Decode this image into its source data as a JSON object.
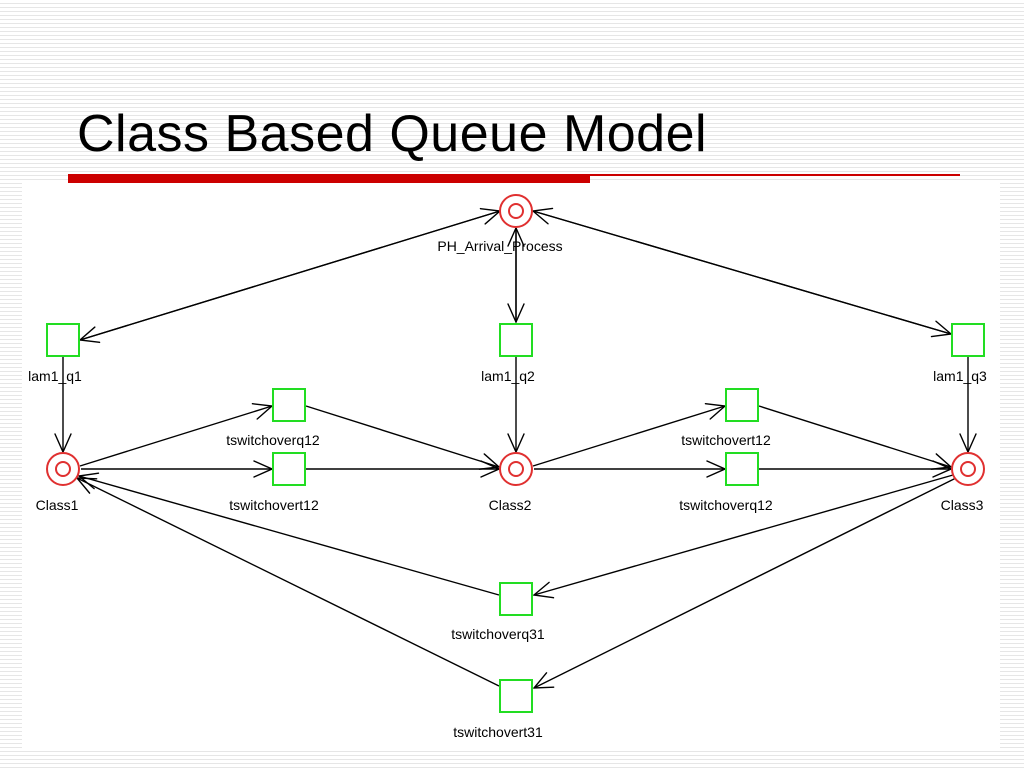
{
  "slide": {
    "title": "Class Based Queue Model"
  },
  "colors": {
    "accent_rule": "#cc0000",
    "transition_stroke": "#22dd22",
    "place_stroke": "#e03030"
  },
  "diagram": {
    "places": [
      {
        "id": "arrival",
        "label": "PH_Arrival_Process"
      },
      {
        "id": "class1",
        "label": "Class1"
      },
      {
        "id": "class2",
        "label": "Class2"
      },
      {
        "id": "class3",
        "label": "Class3"
      }
    ],
    "transitions": [
      {
        "id": "lam1",
        "label": "lam1_q1"
      },
      {
        "id": "lam2",
        "label": "lam1_q2"
      },
      {
        "id": "lam3",
        "label": "lam1_q3"
      },
      {
        "id": "t1",
        "label": "tswitchoverq12"
      },
      {
        "id": "t2",
        "label": "tswitchovert12"
      },
      {
        "id": "t3",
        "label": "tswitchovert12"
      },
      {
        "id": "t4",
        "label": "tswitchoverq12"
      },
      {
        "id": "t5",
        "label": "tswitchoverq31"
      },
      {
        "id": "t6",
        "label": "tswitchovert31"
      }
    ]
  }
}
